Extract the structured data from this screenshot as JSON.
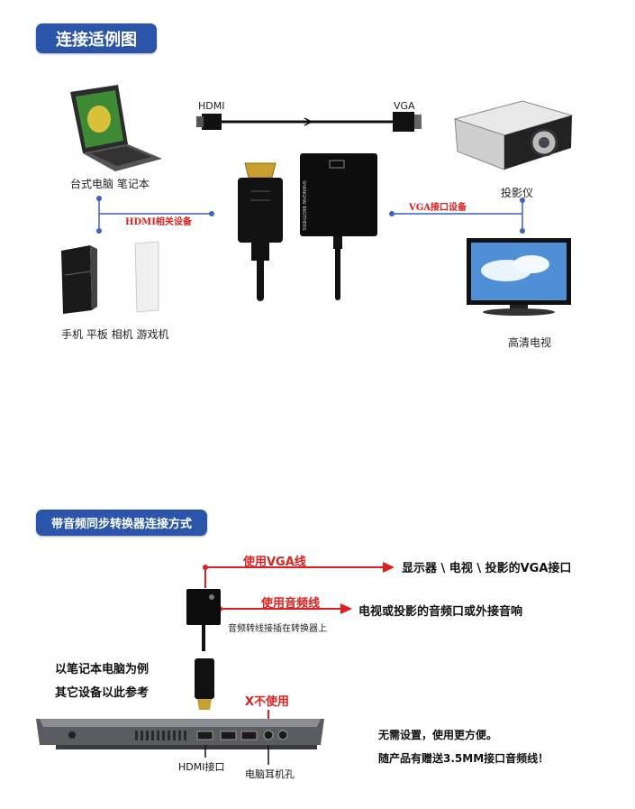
{
  "section1": {
    "title": "连接适例图",
    "cable_left_label": "HDMI",
    "cable_right_label": "VGA",
    "device_laptop": "台式电脑 笔记本",
    "device_mobile": "手机 平板 相机 游戏机",
    "device_projector": "投影仪",
    "device_tv": "高清电视",
    "hdmi_devices_label": "HDMI相关设备",
    "vga_devices_label": "VGA接口设备",
    "adapter_brand": "SHANGHAI BROTHERS"
  },
  "section2": {
    "title": "带音频同步转换器连接方式",
    "use_vga_cable": "使用VGA线",
    "vga_target": "显示器 \\ 电视 \\ 投影的VGA接口",
    "use_audio_cable": "使用音频线",
    "audio_target": "电视或投影的音频口或外接音响",
    "audio_note": "音频转线接插在转换器上",
    "example_line1": "以笔记本电脑为例",
    "example_line2": "其它设备以此参考",
    "x_not_used": "X不使用",
    "hdmi_port": "HDMI接口",
    "headphone_port": "电脑耳机孔",
    "note1": "无需设置，使用更方便。",
    "note2": "随产品有赠送3.5MM接口音频线！"
  },
  "colors": {
    "title_bg": "#2a55a8",
    "connector_blue": "#3b63c4",
    "accent_red": "#e01e1e"
  }
}
